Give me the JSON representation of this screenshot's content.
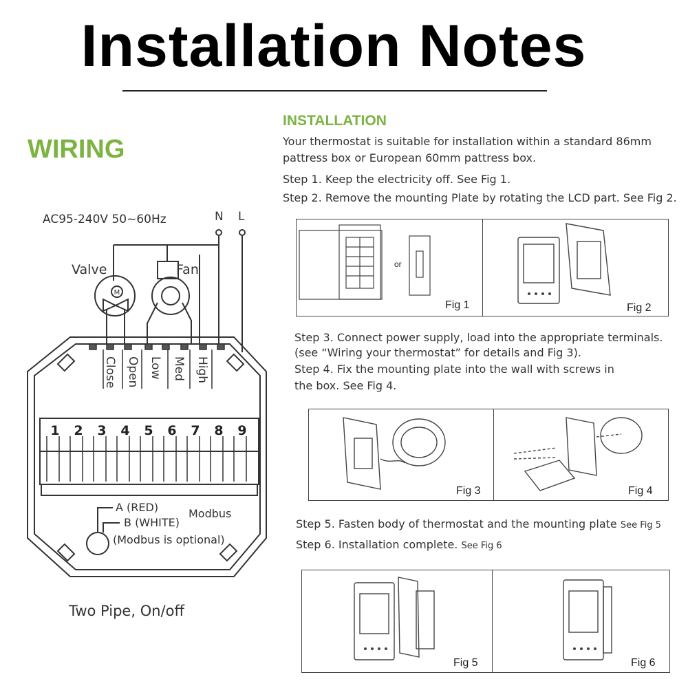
{
  "title": "Installation Notes",
  "wiring": {
    "heading": "WIRING",
    "supply": "AC95-240V  50~60Hz",
    "n_label": "N",
    "l_label": "L",
    "valve_label": "Valve",
    "fan_label": "Fan",
    "valve_symbol": "M",
    "terminal_names": [
      "Close",
      "Open",
      "Low",
      "Med",
      "High"
    ],
    "terminal_numbers": [
      "1",
      "2",
      "3",
      "4",
      "5",
      "6",
      "7",
      "8",
      "9"
    ],
    "modbus_a": "A (RED)",
    "modbus_b": "B (WHITE)",
    "modbus_label": "Modbus",
    "modbus_optional": "(Modbus is optional)",
    "caption": "Two Pipe, On/off"
  },
  "installation": {
    "heading": "INSTALLATION",
    "intro_line1": "Your thermostat is suitable for installation within a standard 86mm",
    "intro_line2": "pattress box or European 60mm pattress box.",
    "step1": "Step 1. Keep the electricity off. See Fig 1.",
    "step2": "Step 2. Remove the mounting Plate by rotating the LCD part. See Fig 2.",
    "step3_line1": "Step 3. Connect power supply, load into the appropriate terminals.",
    "step3_line2": "(see “Wiring your thermostat” for details and Fig 3).",
    "step4_line1": "Step 4. Fix the mounting plate into the wall with screws in",
    "step4_line2": "the box. See Fig 4.",
    "step5": "Step 5. Fasten body of thermostat and the mounting plate",
    "step5_ref": "See Fig 5",
    "step6": "Step 6. Installation complete.",
    "step6_ref": "See Fig 6",
    "fig1_or": "or",
    "fig_labels": [
      "Fig 1",
      "Fig 2",
      "Fig 3",
      "Fig 4",
      "Fig 5",
      "Fig 6"
    ]
  },
  "colors": {
    "accent_green": "#7cb342",
    "line": "#333333"
  }
}
